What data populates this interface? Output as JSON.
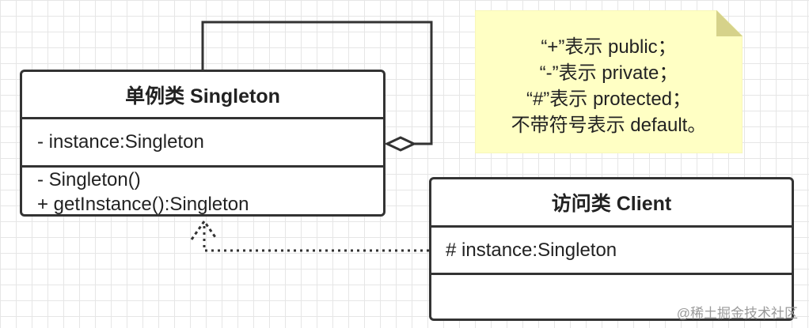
{
  "singleton_class": {
    "name": "单例类 Singleton",
    "attributes": [
      "- instance:Singleton"
    ],
    "operations": [
      "- Singleton()",
      "+ getInstance():Singleton"
    ]
  },
  "client_class": {
    "name": "访问类 Client",
    "attributes": [
      "# instance:Singleton"
    ]
  },
  "note": {
    "lines": [
      "“+”表示 public；",
      "“-”表示 private；",
      "“#”表示 protected；",
      "不带符号表示 default。"
    ]
  },
  "watermark": "@稀土掘金技术社区",
  "colors": {
    "note_fill": "#ffffc4",
    "note_fold": "#d6d28a",
    "border": "#333333",
    "grid": "#e6e6e6"
  }
}
